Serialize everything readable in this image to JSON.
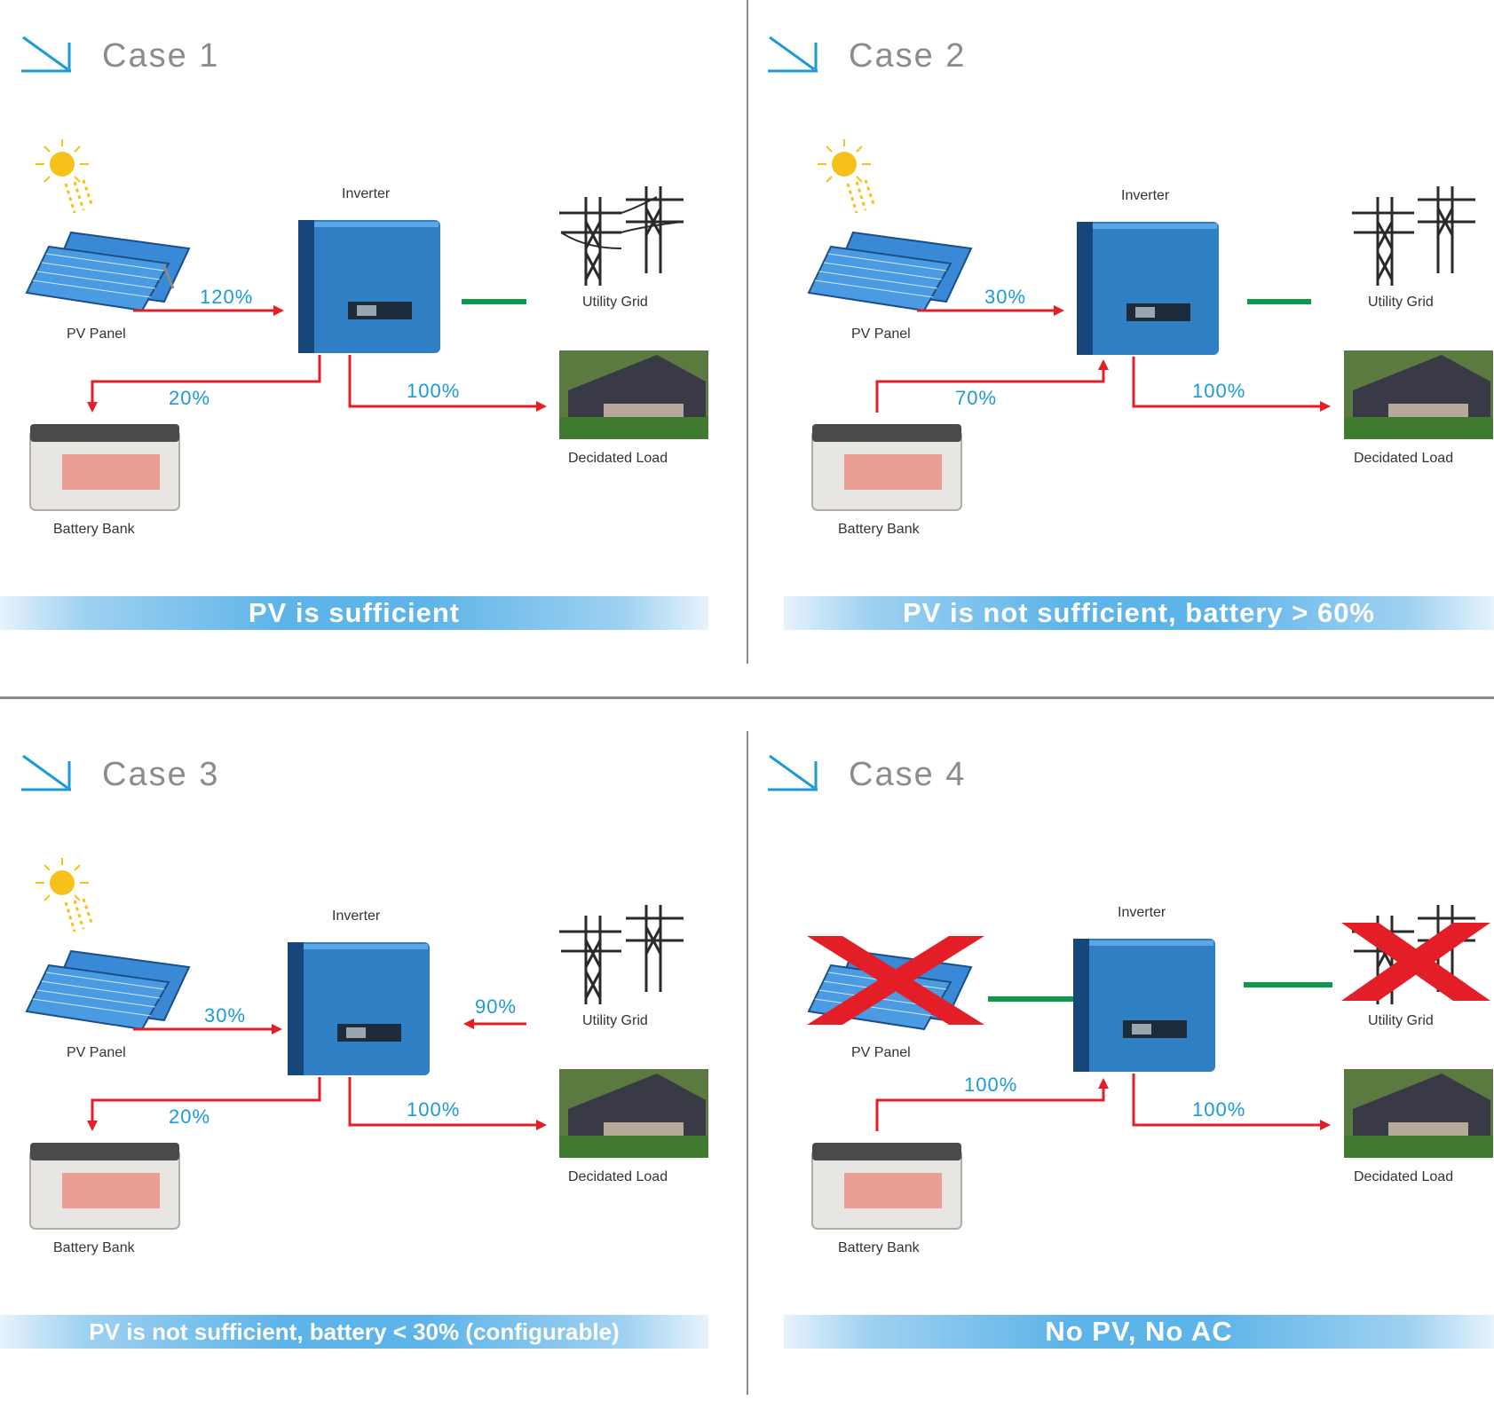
{
  "labels": {
    "inverter": "Inverter",
    "pv_panel": "PV Panel",
    "utility_grid": "Utility Grid",
    "battery_bank": "Battery Bank",
    "load": "Decidated Load"
  },
  "cases": [
    {
      "title": "Case 1",
      "banner": "PV is sufficient",
      "pv_pct": "120%",
      "battery_pct": "20%",
      "load_pct": "100%",
      "grid_pct": ""
    },
    {
      "title": "Case 2",
      "banner": "PV is not sufficient, battery > 60%",
      "pv_pct": "30%",
      "battery_pct": "70%",
      "load_pct": "100%",
      "grid_pct": ""
    },
    {
      "title": "Case 3",
      "banner": "PV is not sufficient, battery < 30% (configurable)",
      "pv_pct": "30%",
      "battery_pct": "20%",
      "load_pct": "100%",
      "grid_pct": "90%"
    },
    {
      "title": "Case 4",
      "banner": "No PV, No AC",
      "pv_pct": "",
      "battery_pct": "100%",
      "load_pct": "100%",
      "grid_pct": ""
    }
  ],
  "colors": {
    "flow": "#e41e26",
    "idle": "#0a9a4a",
    "inverter": "#2f7fc4",
    "banner": "#5db4e8",
    "cross": "#e41e26"
  },
  "icons": [
    "sun-icon",
    "solar-panel-icon",
    "inverter-icon",
    "power-tower-icon",
    "house-icon",
    "battery-icon",
    "cross-icon",
    "arrow-icon"
  ]
}
